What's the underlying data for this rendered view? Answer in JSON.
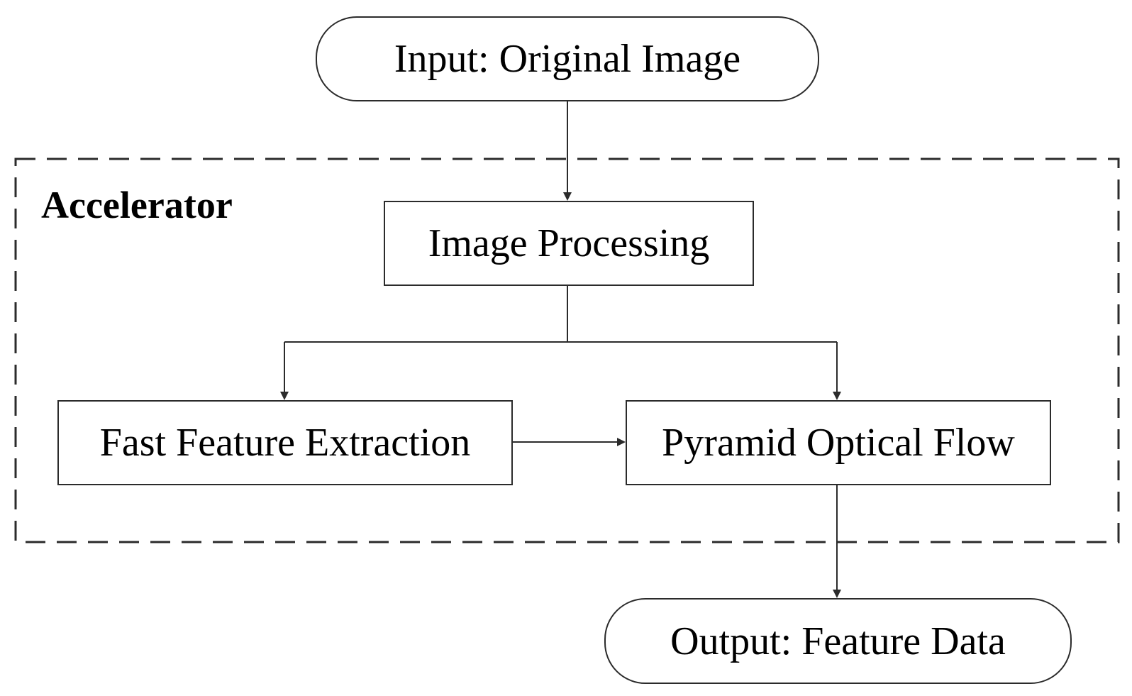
{
  "diagram": {
    "group": {
      "label": "Accelerator"
    },
    "nodes": {
      "input": "Input: Original Image",
      "image_processing": "Image Processing",
      "fast_feature": "Fast Feature Extraction",
      "pyramid_flow": "Pyramid Optical Flow",
      "output": "Output: Feature Data"
    },
    "edges": [
      {
        "from": "input",
        "to": "image_processing"
      },
      {
        "from": "image_processing",
        "to": "fast_feature"
      },
      {
        "from": "image_processing",
        "to": "pyramid_flow"
      },
      {
        "from": "fast_feature",
        "to": "pyramid_flow"
      },
      {
        "from": "pyramid_flow",
        "to": "output"
      }
    ],
    "colors": {
      "stroke": "#2b2b2b",
      "background": "#ffffff"
    }
  }
}
